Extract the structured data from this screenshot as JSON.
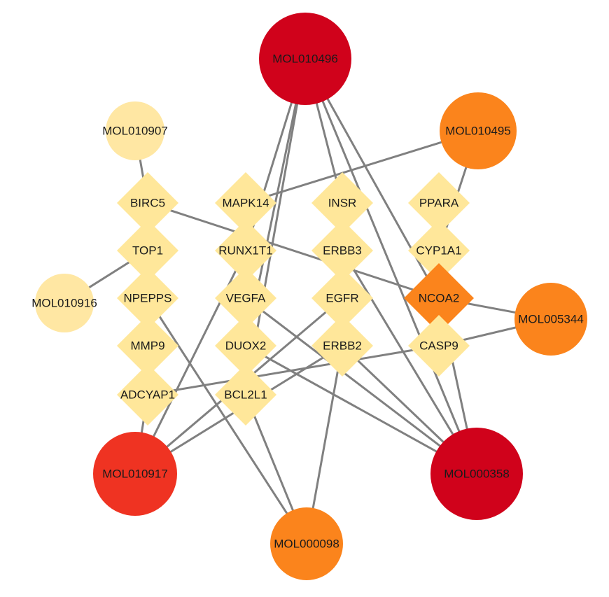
{
  "diagram": {
    "type": "network",
    "colors": {
      "edge": "#808080",
      "compound_high": "#d0021b",
      "compound_mid_high": "#ef3322",
      "compound_mid": "#fb841c",
      "compound_low": "#ffe7a3",
      "target_low": "#ffe79a",
      "target_high": "#fb841c"
    },
    "nodes": [
      {
        "id": "MOL010496",
        "label": "MOL010496",
        "shape": "circle",
        "color": "#d0021b"
      },
      {
        "id": "MOL010907",
        "label": "MOL010907",
        "shape": "circle",
        "color": "#ffe7a3"
      },
      {
        "id": "MOL010495",
        "label": "MOL010495",
        "shape": "circle",
        "color": "#fb841c"
      },
      {
        "id": "MOL010916",
        "label": "MOL010916",
        "shape": "circle",
        "color": "#ffe7a3"
      },
      {
        "id": "MOL005344",
        "label": "MOL005344",
        "shape": "circle",
        "color": "#fb841c"
      },
      {
        "id": "MOL010917",
        "label": "MOL010917",
        "shape": "circle",
        "color": "#ef3322"
      },
      {
        "id": "MOL000358",
        "label": "MOL000358",
        "shape": "circle",
        "color": "#d0021b"
      },
      {
        "id": "MOL000098",
        "label": "MOL000098",
        "shape": "circle",
        "color": "#fb841c"
      },
      {
        "id": "BIRC5",
        "label": "BIRC5",
        "shape": "diamond",
        "color": "#ffe79a"
      },
      {
        "id": "TOP1",
        "label": "TOP1",
        "shape": "diamond",
        "color": "#ffe79a"
      },
      {
        "id": "NPEPPS",
        "label": "NPEPPS",
        "shape": "diamond",
        "color": "#ffe79a"
      },
      {
        "id": "MMP9",
        "label": "MMP9",
        "shape": "diamond",
        "color": "#ffe79a"
      },
      {
        "id": "ADCYAP1",
        "label": "ADCYAP1",
        "shape": "diamond",
        "color": "#ffe79a"
      },
      {
        "id": "MAPK14",
        "label": "MAPK14",
        "shape": "diamond",
        "color": "#ffe79a"
      },
      {
        "id": "RUNX1T1",
        "label": "RUNX1T1",
        "shape": "diamond",
        "color": "#ffe79a"
      },
      {
        "id": "VEGFA",
        "label": "VEGFA",
        "shape": "diamond",
        "color": "#ffe79a"
      },
      {
        "id": "DUOX2",
        "label": "DUOX2",
        "shape": "diamond",
        "color": "#ffe79a"
      },
      {
        "id": "BCL2L1",
        "label": "BCL2L1",
        "shape": "diamond",
        "color": "#ffe79a"
      },
      {
        "id": "INSR",
        "label": "INSR",
        "shape": "diamond",
        "color": "#ffe79a"
      },
      {
        "id": "ERBB3",
        "label": "ERBB3",
        "shape": "diamond",
        "color": "#ffe79a"
      },
      {
        "id": "EGFR",
        "label": "EGFR",
        "shape": "diamond",
        "color": "#ffe79a"
      },
      {
        "id": "ERBB2",
        "label": "ERBB2",
        "shape": "diamond",
        "color": "#ffe79a"
      },
      {
        "id": "PPARA",
        "label": "PPARA",
        "shape": "diamond",
        "color": "#ffe79a"
      },
      {
        "id": "CYP1A1",
        "label": "CYP1A1",
        "shape": "diamond",
        "color": "#ffe79a"
      },
      {
        "id": "NCOA2",
        "label": "NCOA2",
        "shape": "diamond",
        "color": "#fb841c"
      },
      {
        "id": "CASP9",
        "label": "CASP9",
        "shape": "diamond",
        "color": "#ffe79a"
      }
    ],
    "edges": [
      [
        "MOL010496",
        "BCL2L1"
      ],
      [
        "MOL010496",
        "DUOX2"
      ],
      [
        "MOL010496",
        "RUNX1T1"
      ],
      [
        "MOL010496",
        "INSR"
      ],
      [
        "MOL010496",
        "NCOA2"
      ],
      [
        "MOL010496",
        "MOL000358"
      ],
      [
        "MOL010907",
        "BIRC5"
      ],
      [
        "MOL010495",
        "MAPK14"
      ],
      [
        "MOL010495",
        "CYP1A1"
      ],
      [
        "MOL010916",
        "TOP1"
      ],
      [
        "MOL005344",
        "NCOA2"
      ],
      [
        "MOL005344",
        "CASP9"
      ],
      [
        "MOL010917",
        "RUNX1T1"
      ],
      [
        "MOL010917",
        "ADCYAP1"
      ],
      [
        "MOL010917",
        "ERBB2"
      ],
      [
        "MOL010917",
        "EGFR"
      ],
      [
        "MOL000358",
        "VEGFA"
      ],
      [
        "MOL000358",
        "DUOX2"
      ],
      [
        "MOL000358",
        "ERBB3"
      ],
      [
        "MOL000358",
        "ERBB2"
      ],
      [
        "MOL000358",
        "NCOA2"
      ],
      [
        "MOL000098",
        "NPEPPS"
      ],
      [
        "MOL000098",
        "ERBB2"
      ],
      [
        "MOL000098",
        "BCL2L1"
      ],
      [
        "BIRC5",
        "NCOA2"
      ],
      [
        "ADCYAP1",
        "CASP9"
      ]
    ]
  }
}
